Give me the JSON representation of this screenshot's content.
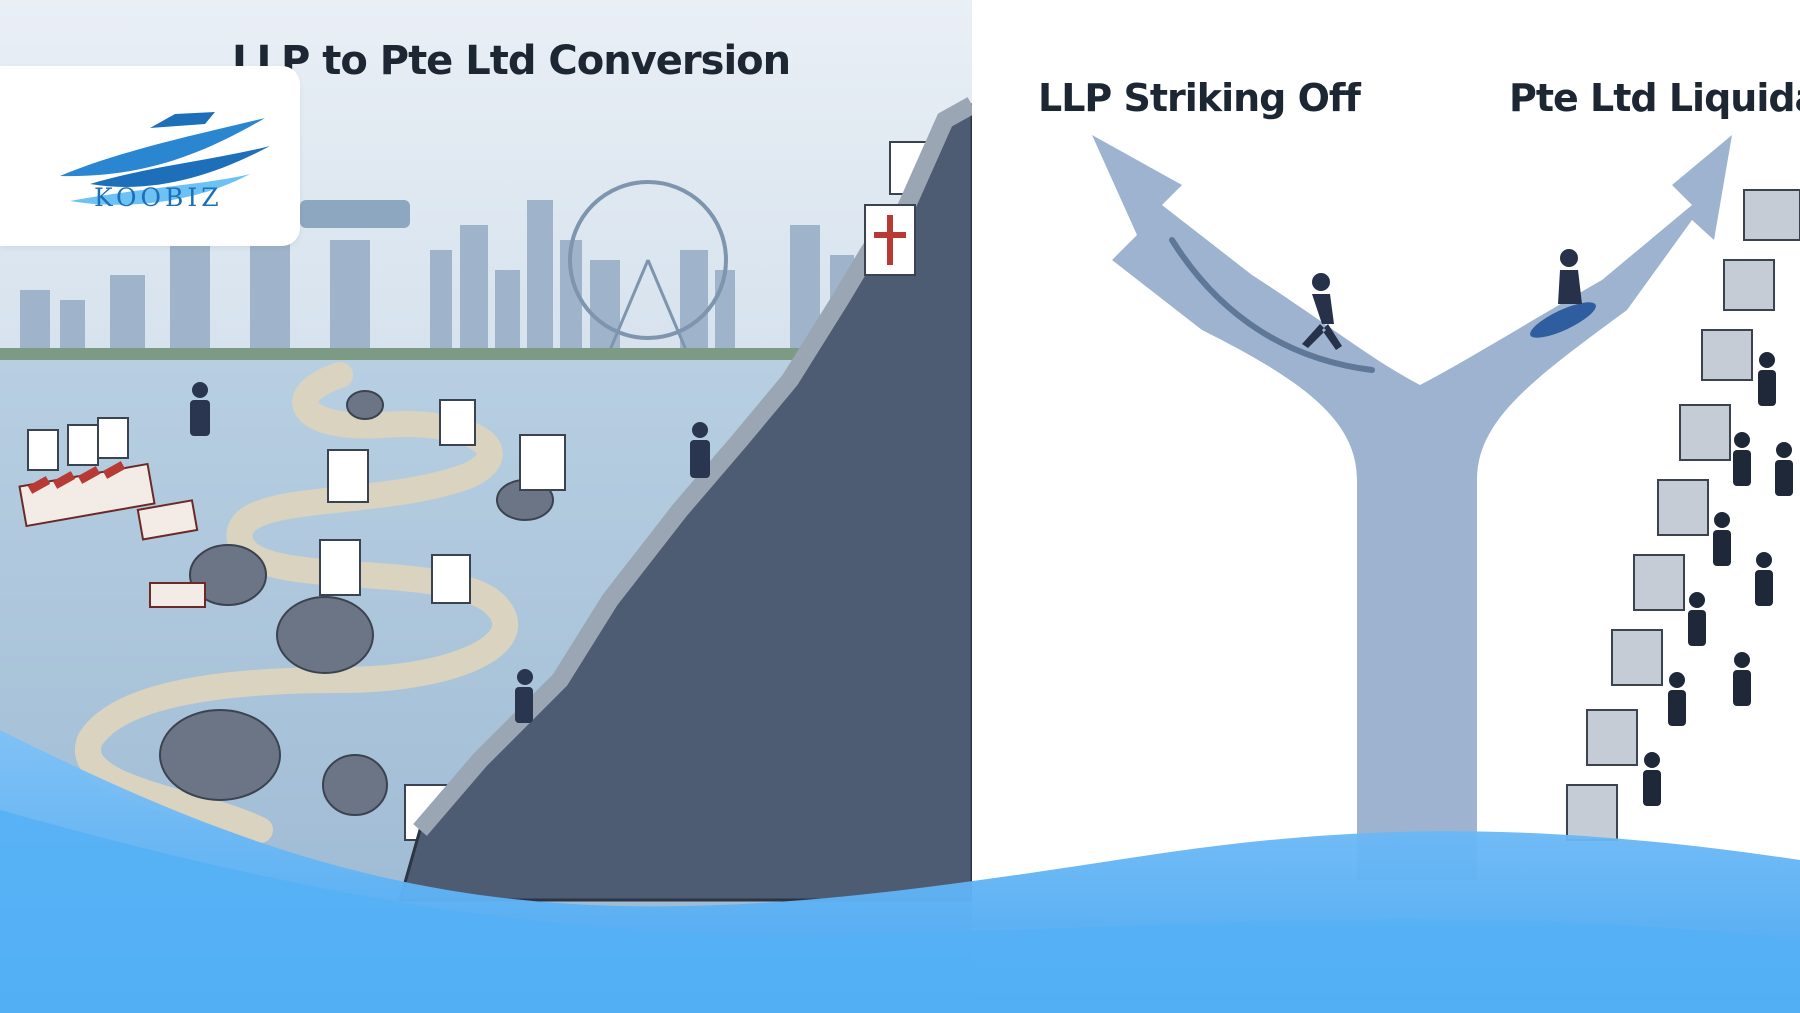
{
  "titles": {
    "left": "LLP to Pte Ltd Conversion",
    "striking_off": "LLP Striking Off",
    "liquidation": "Pte Ltd Liquidat"
  },
  "logo": {
    "text": "KOOBIZ"
  },
  "colors": {
    "sky": "#dfe8f1",
    "water": "#a9c3da",
    "cliff": "#4d5b73",
    "path": "#d9d3bf",
    "arrow": "#8fa9c9",
    "wave": "#56aef3",
    "brand": "#1c6fb8",
    "title": "#1d2733"
  }
}
